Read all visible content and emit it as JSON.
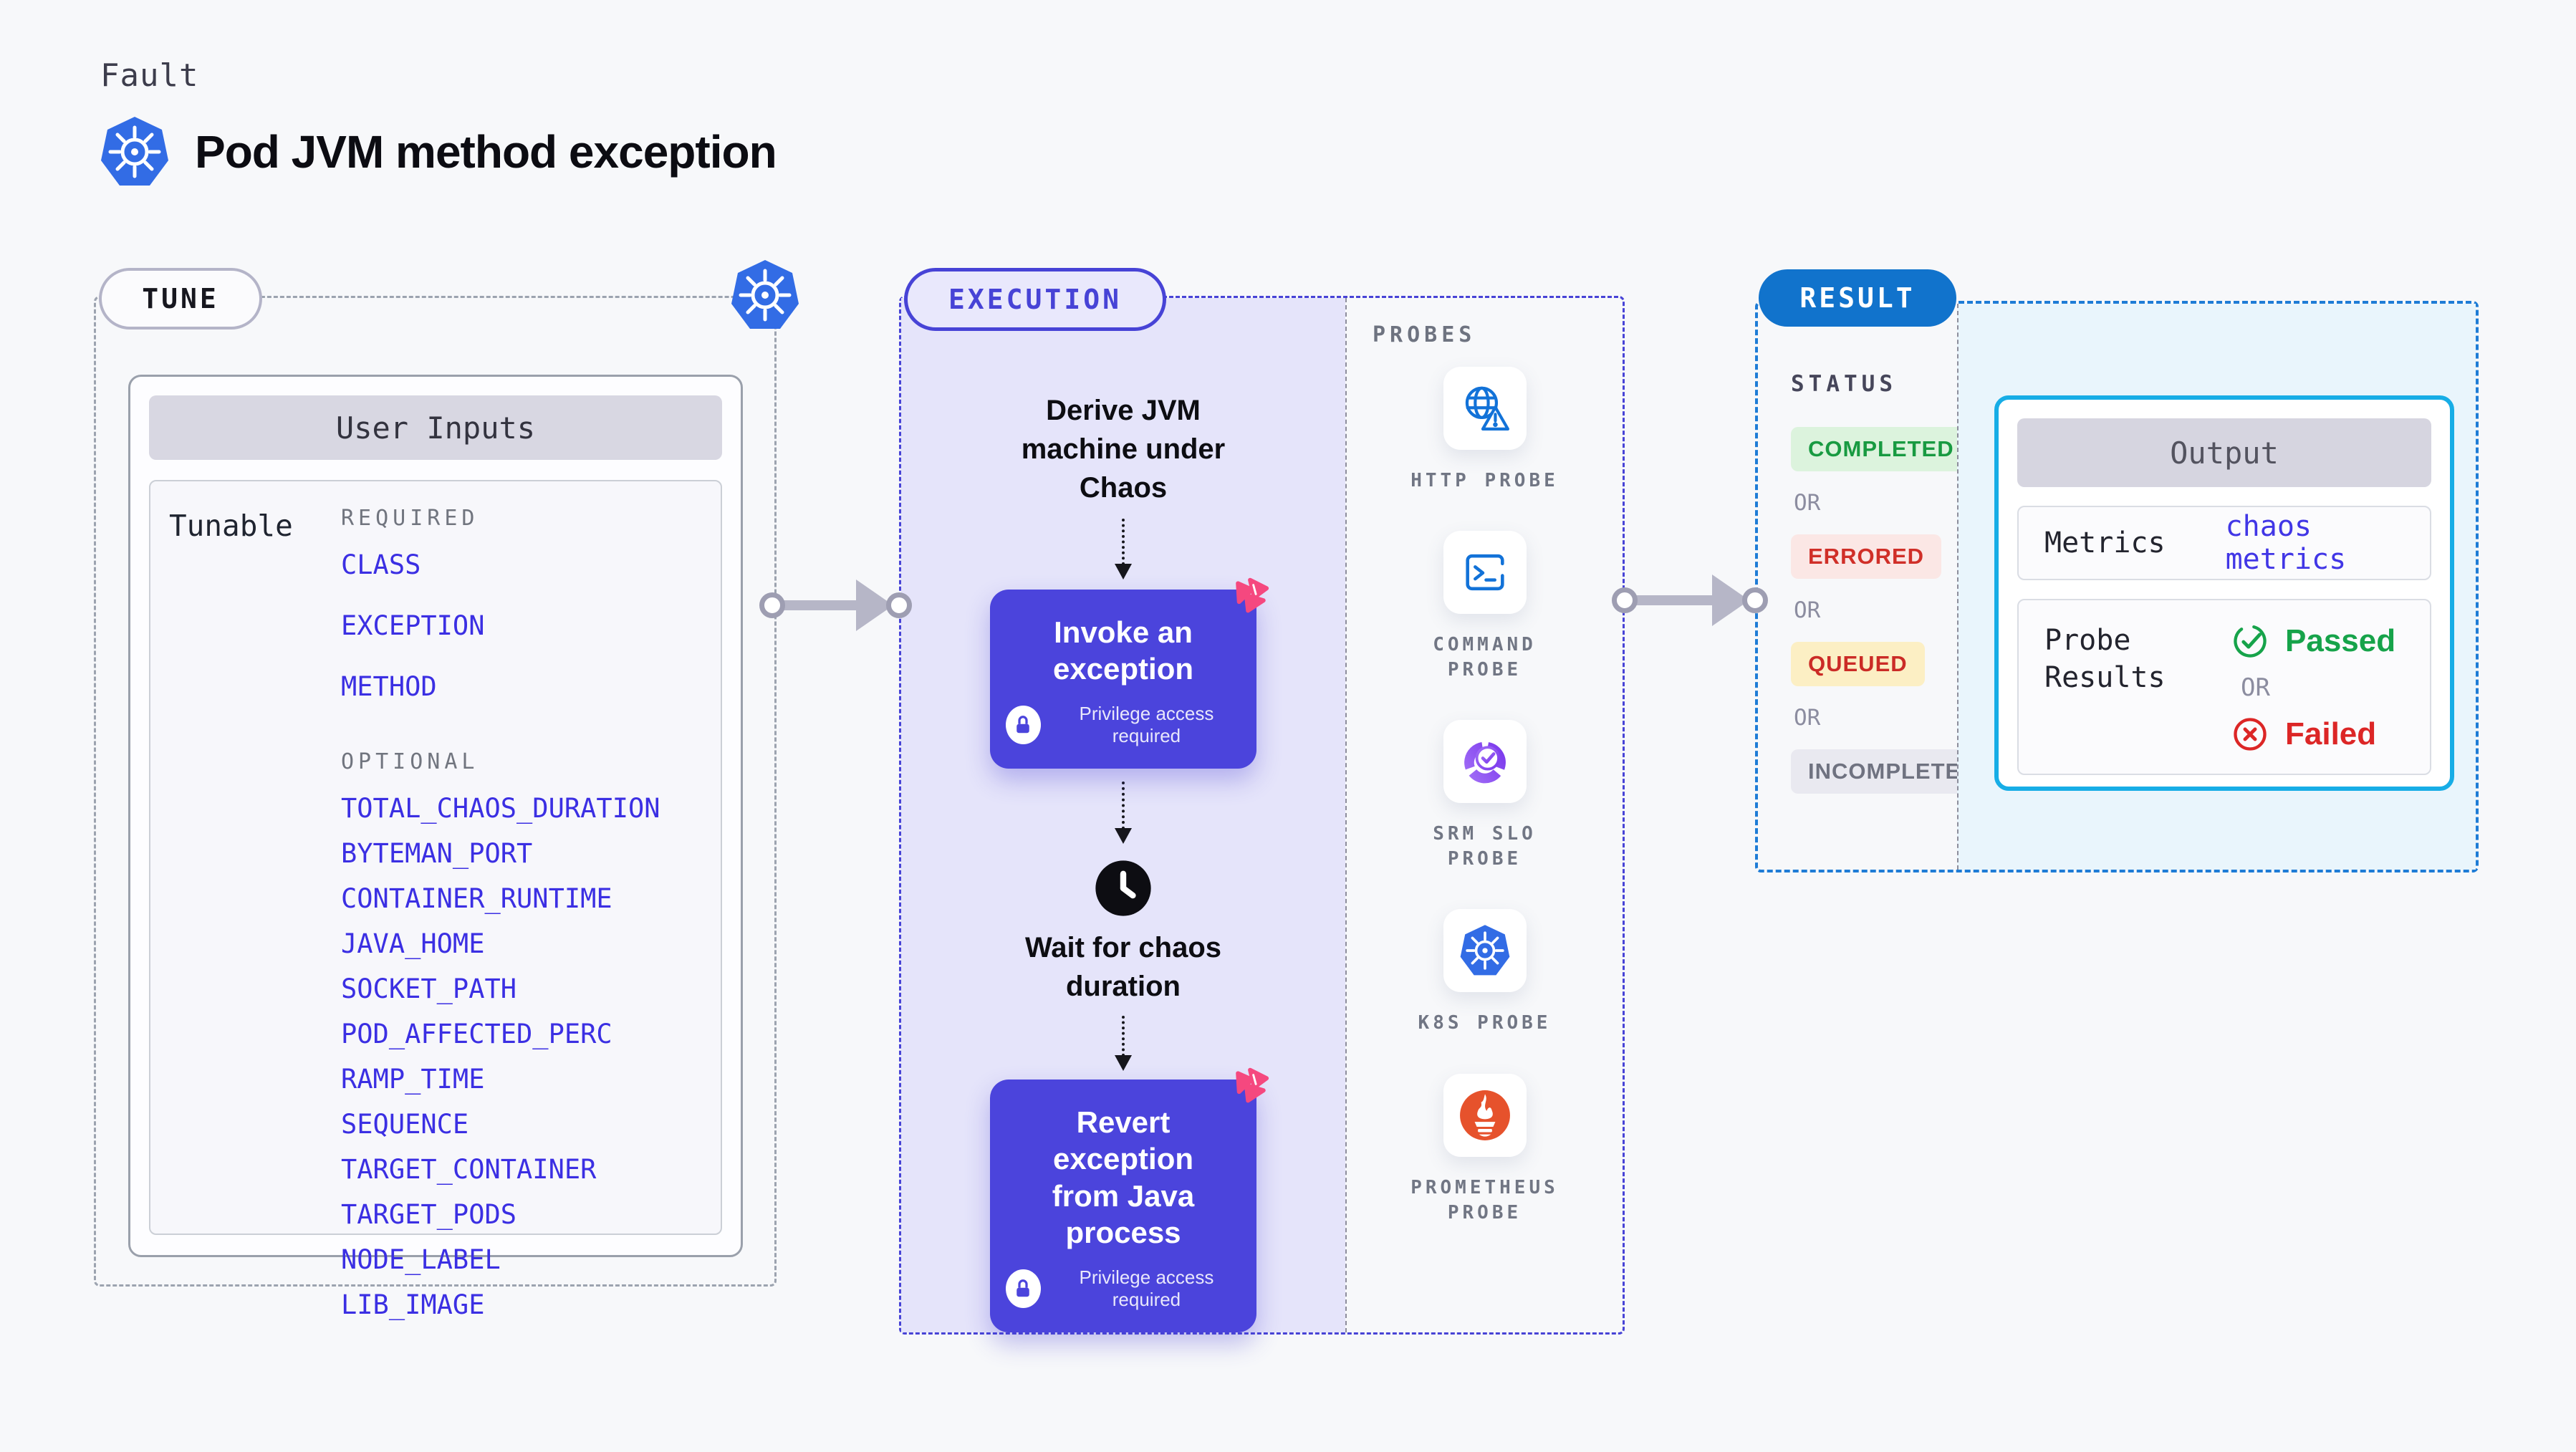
{
  "header": {
    "eyebrow": "Fault",
    "title": "Pod JVM method exception"
  },
  "tune": {
    "badge": "TUNE",
    "panel_title": "User Inputs",
    "row_label": "Tunable",
    "required_label": "REQUIRED",
    "optional_label": "OPTIONAL",
    "required_items": [
      "CLASS",
      "EXCEPTION",
      "METHOD"
    ],
    "optional_items": [
      "TOTAL_CHAOS_DURATION",
      "BYTEMAN_PORT",
      "CONTAINER_RUNTIME",
      "JAVA_HOME",
      "SOCKET_PATH",
      "POD_AFFECTED_PERC",
      "RAMP_TIME",
      "SEQUENCE",
      "TARGET_CONTAINER",
      "TARGET_PODS",
      "NODE_LABEL",
      "LIB_IMAGE"
    ]
  },
  "execution": {
    "badge": "EXECUTION",
    "derive_text": "Derive JVM machine under Chaos",
    "invoke_title": "Invoke an exception",
    "invoke_note": "Privilege access required",
    "wait_text": "Wait for chaos duration",
    "revert_title": "Revert exception from Java process",
    "revert_note": "Privilege access required"
  },
  "probes": {
    "label": "PROBES",
    "items": [
      {
        "label": "HTTP PROBE",
        "icon": "globe-alert-icon"
      },
      {
        "label": "COMMAND PROBE",
        "icon": "terminal-icon"
      },
      {
        "label": "SRM SLO PROBE",
        "icon": "slo-donut-check-icon"
      },
      {
        "label": "K8S PROBE",
        "icon": "kubernetes-icon"
      },
      {
        "label": "PROMETHEUS PROBE",
        "icon": "prometheus-flame-icon"
      }
    ]
  },
  "result": {
    "badge": "RESULT",
    "status_label": "STATUS",
    "or_label": "OR",
    "statuses": [
      {
        "label": "COMPLETED",
        "bg": "#DCF3DD",
        "color": "#189A41"
      },
      {
        "label": "ERRORED",
        "bg": "#FBE7E5",
        "color": "#D02F28"
      },
      {
        "label": "QUEUED",
        "bg": "#FCEFC4",
        "color": "#CB2B26"
      },
      {
        "label": "INCOMPLETED",
        "bg": "#E9E9F0",
        "color": "#6F7280"
      }
    ],
    "output": {
      "title": "Output",
      "metrics_label": "Metrics",
      "metrics_value": "chaos metrics",
      "probe_results_label": "Probe Results",
      "passed": "Passed",
      "or": "OR",
      "failed": "Failed"
    }
  },
  "colors": {
    "page_bg": "#F7F8FA",
    "indigo": "#4743D6",
    "indigo_deep": "#4B44DC",
    "lavender": "#E5E4FA",
    "item_blue": "#3B2FE3",
    "k8s_blue": "#326CE5",
    "probe_blue": "#1272D8",
    "result_blue": "#1173CC",
    "result_border": "#1E7CD6",
    "cyan": "#17ADE6",
    "cyan_pale": "#E9F5FC",
    "pink": "#F5487F",
    "green": "#16A34A",
    "prometheus": "#E6522C",
    "arrow_gray": "#B6B6C7",
    "dash_gray": "#9CA3AF"
  }
}
